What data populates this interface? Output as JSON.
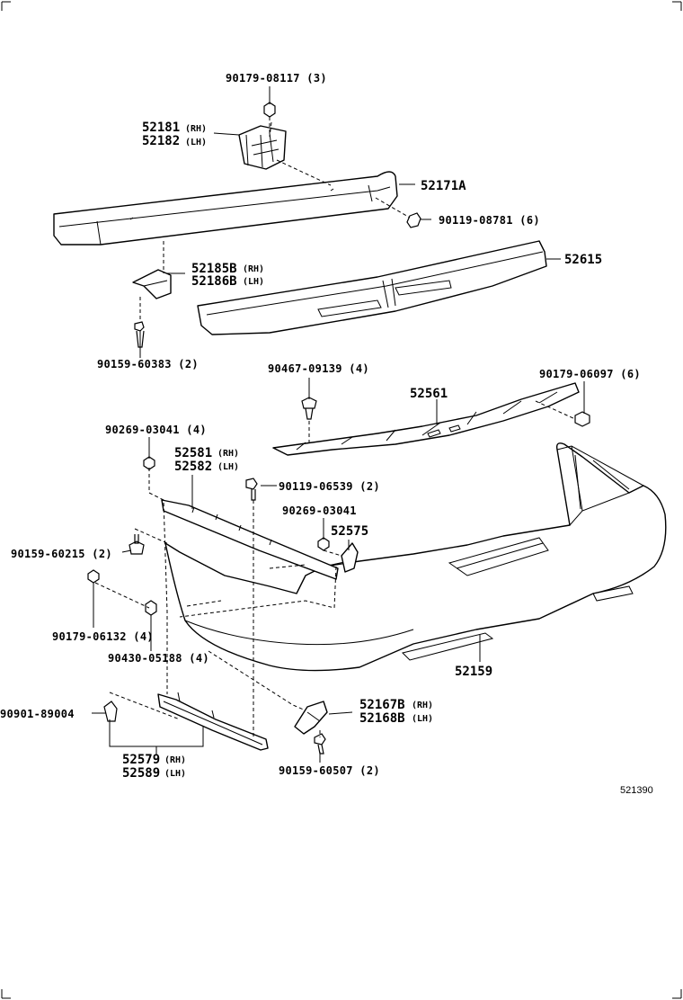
{
  "diagram": {
    "reference_number": "521390",
    "callouts": {
      "c_90179_08117": "90179-08117 (3)",
      "c_52181": "52181",
      "c_52181_side": "(RH)",
      "c_52182": "52182",
      "c_52182_side": "(LH)",
      "c_52171A": "52171A",
      "c_90119_08781": "90119-08781 (6)",
      "c_52615": "52615",
      "c_52185B": "52185B",
      "c_52185B_side": "(RH)",
      "c_52186B": "52186B",
      "c_52186B_side": "(LH)",
      "c_90159_60383": "90159-60383 (2)",
      "c_90467_09139": "90467-09139 (4)",
      "c_52561": "52561",
      "c_90179_06097": "90179-06097 (6)",
      "c_90269_03041_4": "90269-03041 (4)",
      "c_52581": "52581",
      "c_52581_side": "(RH)",
      "c_52582": "52582",
      "c_52582_side": "(LH)",
      "c_90119_06539": "90119-06539 (2)",
      "c_90269_03041": "90269-03041",
      "c_52575": "52575",
      "c_90159_60215": "90159-60215 (2)",
      "c_90179_06132": "90179-06132 (4)",
      "c_90430_05188": "90430-05188 (4)",
      "c_52159": "52159",
      "c_90901_89004": "90901-89004",
      "c_52167B": "52167B",
      "c_52167B_side": "(RH)",
      "c_52168B": "52168B",
      "c_52168B_side": "(LH)",
      "c_52579": "52579",
      "c_52579_side": "(RH)",
      "c_52589": "52589",
      "c_52589_side": "(LH)",
      "c_90159_60507": "90159-60507 (2)"
    }
  }
}
